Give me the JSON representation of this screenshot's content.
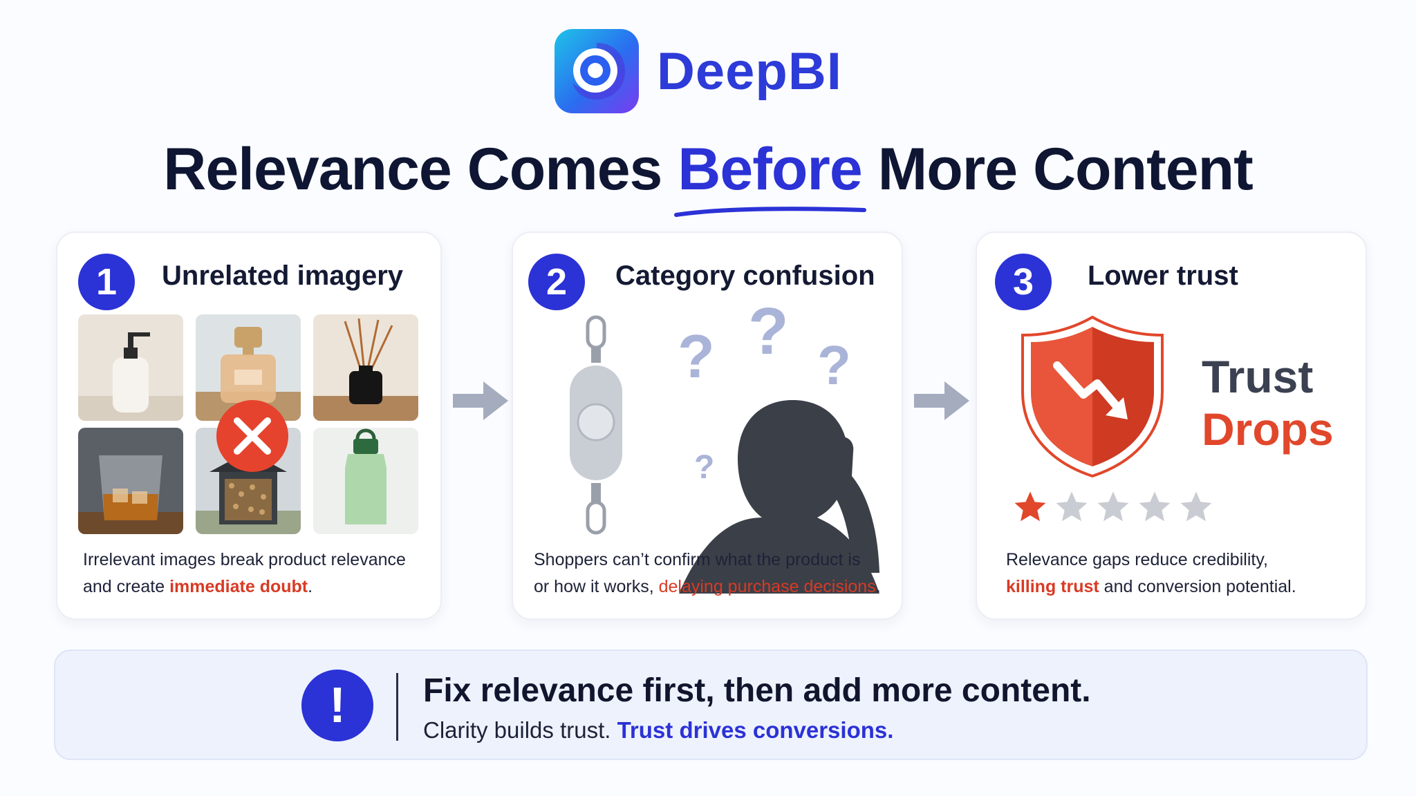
{
  "brand": {
    "name": "DeepBI",
    "logo_icon": "deepbi-logo-icon"
  },
  "headline": {
    "before": "Relevance Comes ",
    "accent": "Before",
    "after": " More Content"
  },
  "steps": [
    {
      "number": "1",
      "title": "Unrelated imagery",
      "desc_line1": "Irrelevant images break product relevance",
      "desc_line2_prefix": "and create ",
      "desc_line2_highlight": "immediate doubt",
      "desc_line2_suffix": ".",
      "images": [
        "soap-dispenser-icon",
        "perfume-bottle-icon",
        "reed-diffuser-icon",
        "whiskey-glass-icon",
        "bird-feeder-icon",
        "water-bottle-icon"
      ],
      "reject_icon": "x-circle-icon"
    },
    {
      "number": "2",
      "title": "Category confusion",
      "desc_line1": "Shoppers can’t confirm what the product is",
      "desc_line2_prefix": "or how it works, ",
      "desc_line2_highlight": "delaying purchase decisions",
      "desc_line2_suffix": ".",
      "question_marks": [
        "?",
        "?",
        "?",
        "?"
      ]
    },
    {
      "number": "3",
      "title": "Lower trust",
      "trust_word": "Trust",
      "drops_word": "Drops",
      "rating": {
        "filled": 1,
        "total": 5
      },
      "desc_line1": "Relevance gaps reduce credibility,",
      "desc_line2_highlight": "killing trust",
      "desc_line2_suffix": " and conversion potential."
    }
  ],
  "banner": {
    "icon": "exclamation-icon",
    "icon_glyph": "!",
    "title": "Fix relevance first, then add more content.",
    "sub_prefix": "Clarity builds trust. ",
    "sub_highlight": "Trust drives conversions."
  },
  "colors": {
    "primary": "#2b32d6",
    "danger": "#d93a24",
    "banner_bg": "#eef2fd"
  }
}
